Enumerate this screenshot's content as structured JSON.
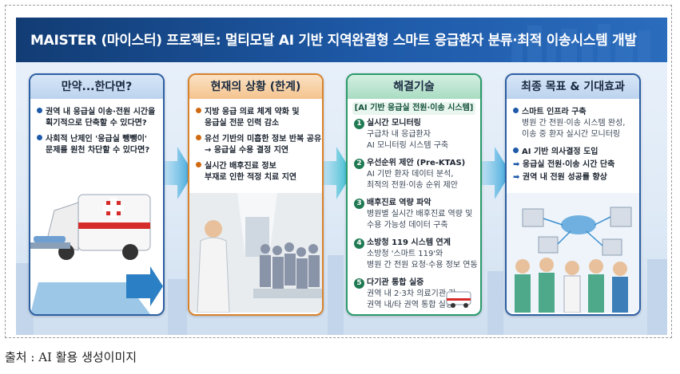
{
  "poster": {
    "title": "MAISTER (마이스터) 프로젝트: 멀티모달 AI 기반 지역완결형 스마트 응급환자 분류·최적 이송시스템 개발"
  },
  "panels": {
    "p1": {
      "title": "만약...한다면?",
      "items": [
        [
          "권역 내 응급실 이송·전원 시간을",
          "획기적으로 단축할 수 있다면?"
        ],
        [
          "사회적 난제인 '응급실 뺑뺑이'",
          "문제를 원천 차단할 수 있다면?"
        ]
      ]
    },
    "p2": {
      "title": "현재의 상황 (한계)",
      "items": [
        [
          "지방 응급 의료 체계 약화 및",
          "응급실 전문 인력 감소"
        ],
        [
          "유선 기반의 미흡한 정보 반복 공유",
          "→ 응급실 수용 결정 지연"
        ],
        [
          "실시간 배후진료 정보",
          "부재로 인한 적정 치료 지연"
        ]
      ]
    },
    "p3": {
      "title": "해결기술",
      "subtitle": "[AI 기반 응급실 전원·이송 시스템]",
      "items": [
        {
          "num": "1",
          "title": "실시간 모니터링",
          "lines": [
            "구급차 내 응급환자",
            "AI 모니터링 시스템 구축"
          ]
        },
        {
          "num": "2",
          "title": "우선순위 제안 (Pre-KTAS)",
          "lines": [
            "AI 기반 환자 데이터 분석,",
            "최적의 전원·이송 순위 제안"
          ]
        },
        {
          "num": "3",
          "title": "배후진료 역량 파악",
          "lines": [
            "병원별 실시간 배후진료 역량 및",
            "수용 가능성 데이터 구축"
          ]
        },
        {
          "num": "4",
          "title": "소방청 119 시스템 연계",
          "lines": [
            "소방청 '스마트 119'와",
            "병원 간 전원 요청·수용 정보 연동"
          ]
        },
        {
          "num": "5",
          "title": "다기관 통합 실증",
          "lines": [
            "권역 내 2·3차 의료기관 간",
            "권역 내/타 권역 통합 실증"
          ]
        }
      ]
    },
    "p4": {
      "title": "최종 목표 & 기대효과",
      "items": [
        {
          "title": "스마트 인프라 구축",
          "lines": [
            "병원 간 전원·이송 시스템 완성,",
            "이송 중 환자 실시간 모니터링"
          ]
        },
        {
          "title": "AI 기반 의사결정 도입",
          "lines": []
        }
      ],
      "effects": [
        "응급실 전원·이송 시간 단축",
        "권역 내 전원 성공률 향상"
      ]
    }
  },
  "caption": "출처 : AI 활용 생성이미지",
  "colors": {
    "banner": "#1e5aa8",
    "panel1_border": "#2d5fa3",
    "panel2_border": "#d8822c",
    "panel3_border": "#2a9a6a",
    "arrow": "#2e9fd8"
  }
}
